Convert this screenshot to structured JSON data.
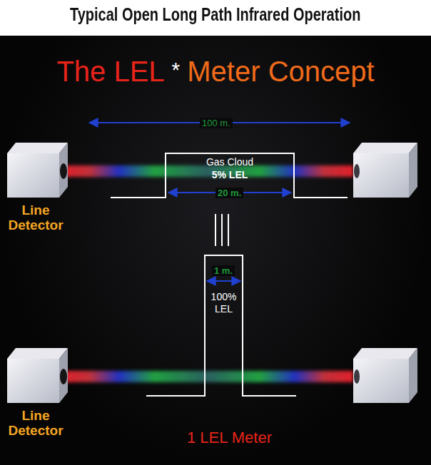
{
  "diagram": {
    "title": "Typical Open Long Path Infrared Operation",
    "nodes": [
      {
        "text": [
          "Line Detector"
        ]
      },
      {
        "text": [
          "Gas Cloud",
          "5% LEL"
        ]
      },
      {
        "text": [
          "100% LEL"
        ]
      },
      {
        "text": [
          "Line Detector"
        ]
      }
    ],
    "labels": [
      "The LEL",
      "*",
      "Meter Concept",
      "100 m.",
      "20 m.",
      "1 m.",
      "1 LEL Meter"
    ]
  }
}
